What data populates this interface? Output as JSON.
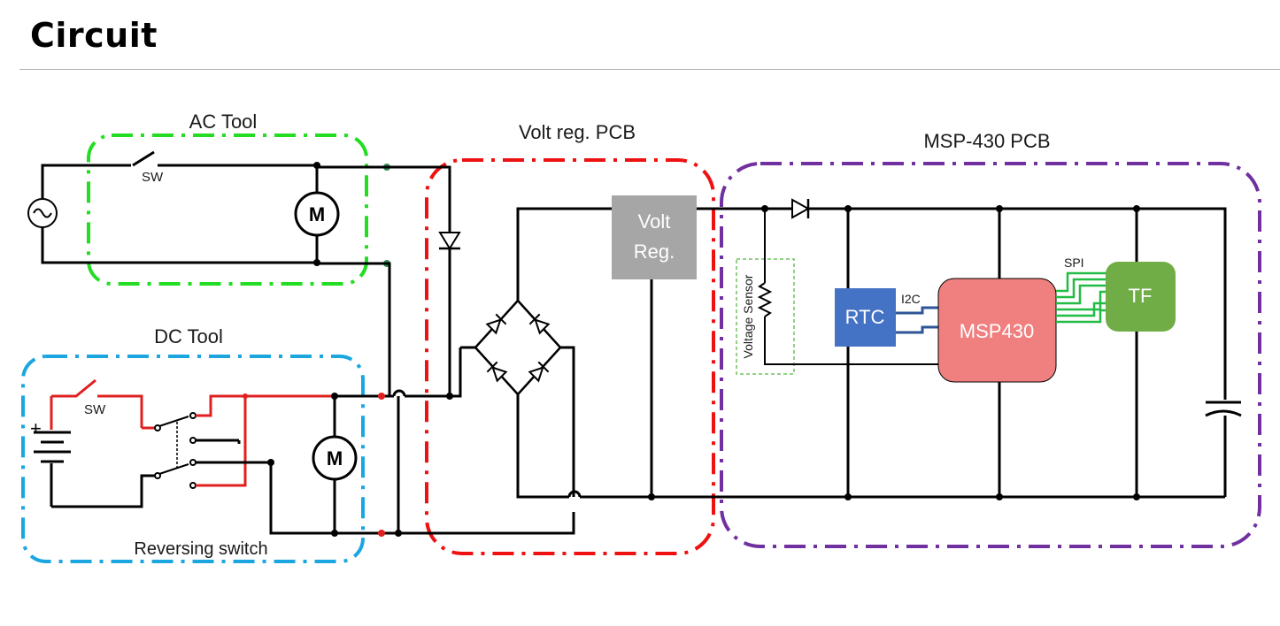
{
  "title": "Circuit",
  "regions": {
    "ac_tool": "AC Tool",
    "dc_tool": "DC Tool",
    "volt_reg_pcb": "Volt reg. PCB",
    "msp_pcb": "MSP-430 PCB"
  },
  "labels": {
    "sw_ac": "SW",
    "sw_dc": "SW",
    "motor_ac": "M",
    "motor_dc": "M",
    "reversing_switch": "Reversing switch",
    "voltage_sensor": "Voltage Sensor",
    "volt_reg_line1": "Volt",
    "volt_reg_line2": "Reg.",
    "rtc": "RTC",
    "i2c": "I2C",
    "msp430": "MSP430",
    "spi": "SPI",
    "tf": "TF",
    "battery_plus": "+"
  },
  "colors": {
    "ac_border": "#22dd22",
    "dc_border": "#1ba6e0",
    "volt_reg_border": "#ee1111",
    "msp_border": "#7030a0",
    "volt_reg_fill": "#a6a6a6",
    "rtc_fill": "#4472c4",
    "msp430_fill": "#f08080",
    "tf_fill": "#70ad47",
    "spi_lines": "#22bb44",
    "i2c_lines": "#2f5597",
    "sensor_border": "#70c060",
    "dc_positive_wire": "#e02020"
  }
}
